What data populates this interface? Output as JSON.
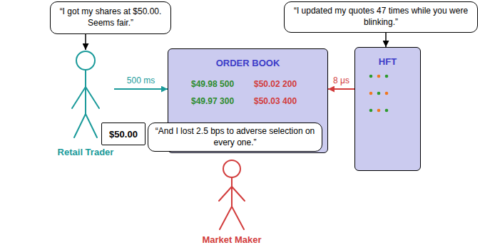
{
  "diagram": {
    "nodes": [
      {
        "text": [
          "“I got my shares at $50.00. Seems fair.”"
        ]
      },
      {
        "text": [
          "“I updated my quotes 47 times while you were blinking.”"
        ]
      },
      {
        "text": [
          "Retail Trader"
        ]
      },
      {
        "text": [
          "$50.00"
        ]
      },
      {
        "text": [
          "ORDER BOOK",
          "$49.98 500",
          "$50.02 200",
          "$49.97 300",
          "$50.03 400"
        ]
      },
      {
        "text": [
          "HFT"
        ]
      },
      {
        "text": [
          "“And I lost 2.5 bps to adverse selection on every one.”"
        ]
      },
      {
        "text": [
          "Market Maker"
        ]
      }
    ],
    "edges": [
      {
        "from": 0,
        "to": 2,
        "arrow": "to"
      },
      {
        "from": 1,
        "to": 5,
        "arrow": "to"
      },
      {
        "from": 2,
        "to": 4,
        "arrow": "to",
        "label": "500 ms"
      },
      {
        "from": 5,
        "to": 4,
        "arrow": "to",
        "label": "8 μs"
      }
    ]
  }
}
